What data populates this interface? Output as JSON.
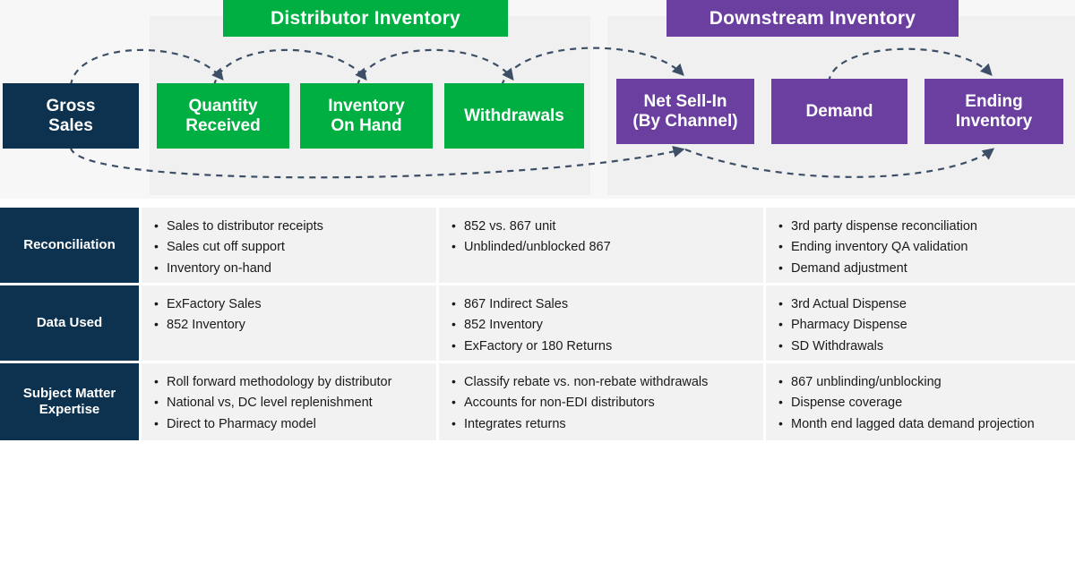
{
  "flow": {
    "banners": [
      {
        "label": "Distributor Inventory",
        "color": "#00af41"
      },
      {
        "label": "Downstream Inventory",
        "color": "#6b3fa0"
      }
    ],
    "nodes": [
      {
        "id": "gross-sales",
        "label": "Gross\nSales",
        "color": "#0d3250"
      },
      {
        "id": "quantity-received",
        "label": "Quantity\nReceived",
        "color": "#00af41"
      },
      {
        "id": "inventory-on-hand",
        "label": "Inventory\nOn Hand",
        "color": "#00af41"
      },
      {
        "id": "withdrawals",
        "label": "Withdrawals",
        "color": "#00af41"
      },
      {
        "id": "net-sell-in",
        "label": "Net Sell-In\n(By Channel)",
        "color": "#6b3fa0"
      },
      {
        "id": "demand",
        "label": "Demand",
        "color": "#6b3fa0"
      },
      {
        "id": "ending-inventory",
        "label": "Ending\nInventory",
        "color": "#6b3fa0"
      }
    ],
    "node_labels": {
      "gross_sales_l1": "Gross",
      "gross_sales_l2": "Sales",
      "quantity_received_l1": "Quantity",
      "quantity_received_l2": "Received",
      "inventory_on_hand_l1": "Inventory",
      "inventory_on_hand_l2": "On Hand",
      "withdrawals": "Withdrawals",
      "net_sell_in_l1": "Net Sell-In",
      "net_sell_in_l2": "(By Channel)",
      "demand": "Demand",
      "ending_inventory_l1": "Ending",
      "ending_inventory_l2": "Inventory"
    }
  },
  "table": {
    "rows": [
      {
        "label": "Reconciliation",
        "label_l1": "Reconciliation",
        "label_l2": "",
        "col1": [
          "Sales to distributor receipts",
          "Sales cut off support",
          "Inventory on-hand"
        ],
        "col2": [
          "852 vs. 867 unit",
          "Unblinded/unblocked 867"
        ],
        "col3": [
          "3rd party dispense reconciliation",
          "Ending inventory QA validation",
          "Demand adjustment"
        ]
      },
      {
        "label": "Data Used",
        "label_l1": "Data Used",
        "label_l2": "",
        "col1": [
          "ExFactory Sales",
          "852 Inventory"
        ],
        "col2": [
          "867 Indirect Sales",
          "852 Inventory",
          "ExFactory or 180 Returns"
        ],
        "col3": [
          "3rd Actual Dispense",
          "Pharmacy Dispense",
          "SD Withdrawals"
        ]
      },
      {
        "label": "Subject Matter Expertise",
        "label_l1": "Subject Matter",
        "label_l2": "Expertise",
        "col1": [
          "Roll forward methodology by distributor",
          "National vs, DC level replenishment",
          "Direct to Pharmacy model"
        ],
        "col2": [
          "Classify rebate vs. non-rebate withdrawals",
          "Accounts for non-EDI distributors",
          "Integrates returns"
        ],
        "col3": [
          "867 unblinding/unblocking",
          "Dispense coverage",
          "Month end lagged data demand projection"
        ]
      }
    ]
  },
  "colors": {
    "navy": "#0d3250",
    "green": "#00af41",
    "purple": "#6b3fa0",
    "arrow": "#3d4f66",
    "panel_bg": "#f0f0f0",
    "cell_bg": "#f2f2f2"
  }
}
